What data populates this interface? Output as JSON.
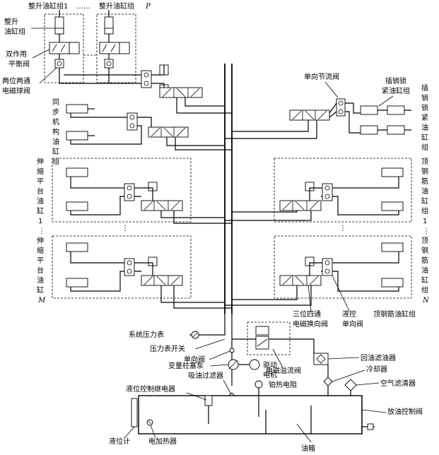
{
  "labels": {
    "lift_group_1": "整升油缸组1",
    "lift_ellipsis": "……",
    "lift_group_p": "整升油缸组",
    "lift_group_p_suffix": "P",
    "lift_cylinder_group": [
      "整升",
      "油缸组"
    ],
    "double_balance_valve": [
      "双作用",
      "平衡阀"
    ],
    "two_way_solenoid_ball_valve": [
      "两位两通",
      "电磁球阀"
    ],
    "sync_mechanism_group": [
      "同",
      "步",
      "机",
      "构",
      "油",
      "缸",
      "组"
    ],
    "one_way_throttle_valve": "单向节流阀",
    "pin_lock_group_h": [
      "插销锁",
      "紧油缸组"
    ],
    "pin_lock_group_v": [
      "插",
      "销",
      "锁",
      "紧",
      "油",
      "缸",
      "组"
    ],
    "tele_platform_1": [
      "伸",
      "缩",
      "平",
      "台",
      "油",
      "缸",
      "1"
    ],
    "tele_platform_m": [
      "伸",
      "缩",
      "平",
      "台",
      "油",
      "缸"
    ],
    "tele_platform_m_suffix": "M",
    "rebar_group_1": [
      "顶",
      "钢",
      "筋",
      "油",
      "缸",
      "组",
      "1"
    ],
    "rebar_group_n": [
      "顶",
      "钢",
      "筋",
      "油",
      "缸",
      "组"
    ],
    "rebar_group_n_suffix": "N",
    "rebar_group_bottom": "顶钢筋油缸组",
    "three_pos_four_way": [
      "三位四通",
      "电磁换向阀"
    ],
    "pilot_check_valve": [
      "液控",
      "单向阀"
    ],
    "system_gauge": "系统压力表",
    "gauge_switch": "压力表开关",
    "check_valve": "单向阀",
    "variable_pump": "变量柱塞泵",
    "suction_filter": "吸油过滤器",
    "drive_motor": [
      "驱动",
      "电机"
    ],
    "relief_valve": "电磁溢流阀",
    "return_filter": "回油滤油器",
    "cooler": "冷却器",
    "air_filter": "空气滤清器",
    "level_relay": "液位控制继电器",
    "pt_resistor": "铂热电阻",
    "drain_valve": "放油控制阀",
    "level_gauge": "液位计",
    "heater": "电加热器",
    "tank": "油箱",
    "vdots": "⋮"
  }
}
